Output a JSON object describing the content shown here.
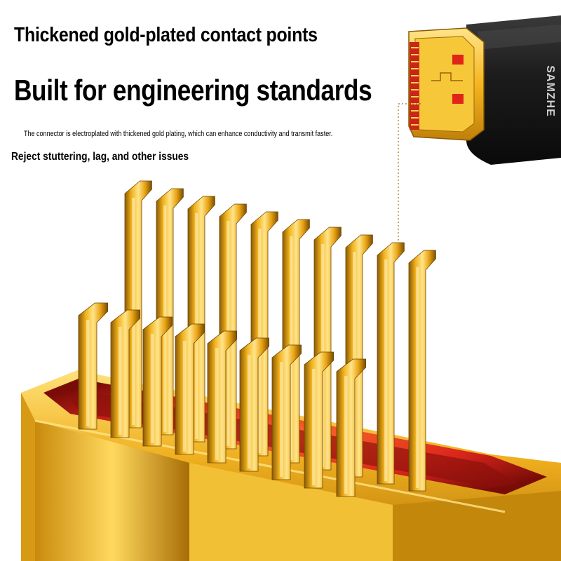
{
  "hero": {
    "headline": "Thickened gold-plated contact points",
    "title": "Built for engineering standards",
    "description": "The connector is electroplated with thickened gold plating, which can enhance conductivity and transmit faster.",
    "subtitle": "Reject stuttering, lag, and other issues"
  },
  "product": {
    "brand": "SAMZHE",
    "icons": [
      "hdmi-connector-icon",
      "gold-pin-icon"
    ]
  },
  "colors": {
    "gold_light": "#ffe58a",
    "gold_mid": "#f2b21c",
    "gold_dark": "#8a5a05",
    "red_insulator": "#d9261c",
    "cable_black": "#1c1c1c",
    "leader_line": "#a07416"
  }
}
